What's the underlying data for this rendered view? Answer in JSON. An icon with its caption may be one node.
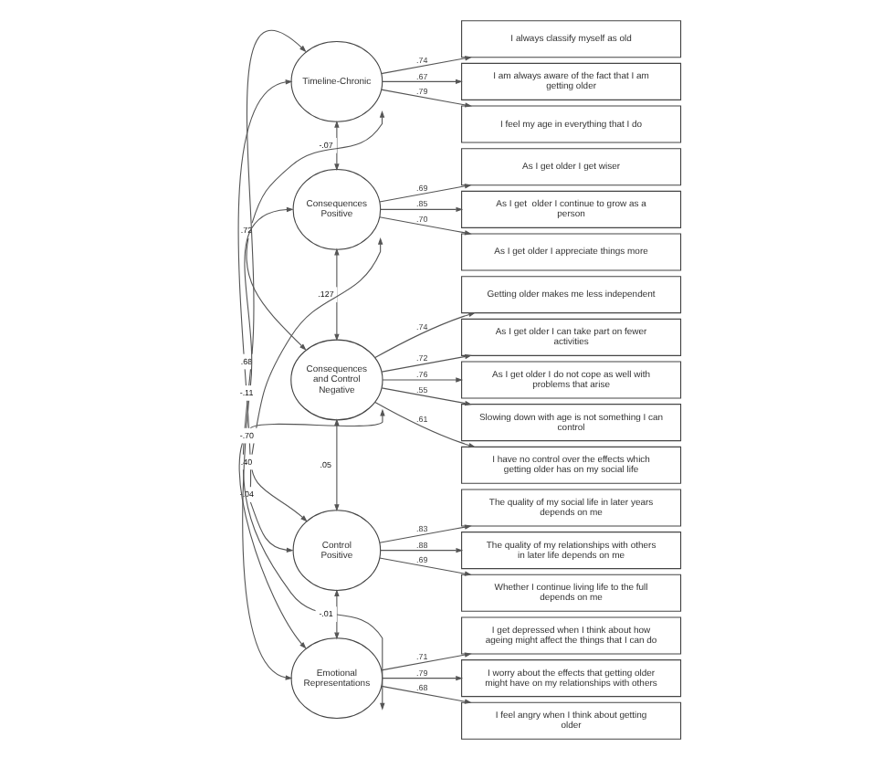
{
  "diagram": {
    "nodes": [
      {
        "text": [
          "Timeline-Chronic"
        ]
      },
      {
        "text": [
          "I always classify myself as old"
        ]
      },
      {
        "text": [
          "I am always aware of the fact that I am getting older"
        ]
      },
      {
        "text": [
          "I feel my age in everything that I do"
        ]
      },
      {
        "text": [
          "Consequences Positive"
        ]
      },
      {
        "text": [
          "As I get older I get wiser"
        ]
      },
      {
        "text": [
          "As I get  older I continue to grow as a person"
        ]
      },
      {
        "text": [
          "As I get older I appreciate things more"
        ]
      },
      {
        "text": [
          "Consequences and Control Negative"
        ]
      },
      {
        "text": [
          "Getting older makes me less independent"
        ]
      },
      {
        "text": [
          "As I get older I can take part on fewer activities"
        ]
      },
      {
        "text": [
          "As I get older I do not cope as well with problems that arise"
        ]
      },
      {
        "text": [
          "Slowing down with age is not something I can control"
        ]
      },
      {
        "text": [
          "I have no control over the effects which getting older has on my social life"
        ]
      },
      {
        "text": [
          "Control Positive"
        ]
      },
      {
        "text": [
          "The quality of my social life in later years depends on me"
        ]
      },
      {
        "text": [
          "The quality of my relationships with others in later life depends on me"
        ]
      },
      {
        "text": [
          "Whether I continue living life to the full depends on me"
        ]
      },
      {
        "text": [
          "Emotional Representations"
        ]
      },
      {
        "text": [
          "I get depressed when I think about how ageing might affect the things that I can do"
        ]
      },
      {
        "text": [
          "I worry about the effects that getting older might have on my relationships with others"
        ]
      },
      {
        "text": [
          "I feel angry when I think about getting older"
        ]
      }
    ],
    "edges": [
      {
        "from": 0,
        "to": 1,
        "arrow": "to",
        "label": ".74"
      },
      {
        "from": 0,
        "to": 2,
        "arrow": "to",
        "label": ".67"
      },
      {
        "from": 0,
        "to": 3,
        "arrow": "to",
        "label": ".79"
      },
      {
        "from": 4,
        "to": 5,
        "arrow": "to",
        "label": ".69"
      },
      {
        "from": 4,
        "to": 6,
        "arrow": "to",
        "label": ".85"
      },
      {
        "from": 4,
        "to": 7,
        "arrow": "to",
        "label": ".70"
      },
      {
        "from": 8,
        "to": 9,
        "arrow": "to",
        "label": ".74"
      },
      {
        "from": 8,
        "to": 10,
        "arrow": "to",
        "label": ".72"
      },
      {
        "from": 8,
        "to": 11,
        "arrow": "to",
        "label": ".76"
      },
      {
        "from": 8,
        "to": 12,
        "arrow": "to",
        "label": ".55"
      },
      {
        "from": 8,
        "to": 13,
        "arrow": "to",
        "label": ".61"
      },
      {
        "from": 14,
        "to": 15,
        "arrow": "to",
        "label": ".83"
      },
      {
        "from": 14,
        "to": 16,
        "arrow": "to",
        "label": ".88"
      },
      {
        "from": 14,
        "to": 17,
        "arrow": "to",
        "label": ".69"
      },
      {
        "from": 18,
        "to": 19,
        "arrow": "to",
        "label": ".71"
      },
      {
        "from": 18,
        "to": 20,
        "arrow": "to",
        "label": ".79"
      },
      {
        "from": 18,
        "to": 21,
        "arrow": "to",
        "label": ".68"
      },
      {
        "from": 0,
        "to": 4,
        "arrow": "both",
        "label": "-.07"
      },
      {
        "from": 0,
        "to": 8,
        "arrow": "both",
        "label": ".72"
      },
      {
        "from": 0,
        "to": 14,
        "arrow": "both",
        "label": "-.04"
      },
      {
        "from": 0,
        "to": 18,
        "arrow": "both",
        "label": ".68"
      },
      {
        "from": 4,
        "to": 8,
        "arrow": "both",
        "label": ".127"
      },
      {
        "from": 4,
        "to": 14,
        "arrow": "both",
        "label": ".40"
      },
      {
        "from": 4,
        "to": 18,
        "arrow": "both",
        "label": "-.11"
      },
      {
        "from": 8,
        "to": 14,
        "arrow": "both",
        "label": ".05"
      },
      {
        "from": 8,
        "to": 18,
        "arrow": "both",
        "label": "-.70"
      },
      {
        "from": 14,
        "to": 18,
        "arrow": "both",
        "label": "-.01"
      }
    ]
  }
}
